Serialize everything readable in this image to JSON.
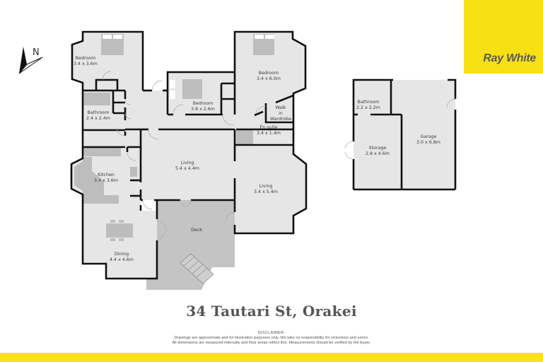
{
  "brand": {
    "name": "Ray White",
    "color": "#f7e016",
    "text_color": "#5a5a5a"
  },
  "compass": {
    "label": "N",
    "icon": "north-arrow-icon"
  },
  "title": "34 Tautari St, Orakei",
  "disclaimer": {
    "heading": "DISCLAIMER:",
    "line1": "Drawings are approximate and for illustration purposes only. We take no responsibility for omissions and errors.",
    "line2": "All dimensions are measured internally and floor areas reflect this. Measurements should be verified by the buyer."
  },
  "colors": {
    "room_fill": "#e6e6e6",
    "deck_fill": "#c4c4c4",
    "fixture_fill": "#bdbdbd",
    "wall": "#111111",
    "footer_band": "#fde022"
  },
  "rooms": {
    "bedroom1": {
      "name": "Bedroom",
      "dims": "3.4 x 3.6m"
    },
    "bathroom1": {
      "name": "Bathroom",
      "dims": "2.4 x 2.4m"
    },
    "bedroom2": {
      "name": "Bedroom",
      "dims": "3.8 x 2.6m"
    },
    "bedroom3": {
      "name": "Bedroom",
      "dims": "3.4 x 6.0m"
    },
    "wardrobe": {
      "line1": "Walk",
      "line2": "in",
      "line3": "Wardrobe"
    },
    "ensuite": {
      "name": "En suite",
      "dims": "3.4 x 1.4m"
    },
    "kitchen": {
      "name": "Kitchen",
      "dims": "3.4 x 3.6m"
    },
    "living1": {
      "name": "Living",
      "dims": "5.4 x 4.4m"
    },
    "living2": {
      "name": "Living",
      "dims": "3.4 x 5.4m"
    },
    "dining": {
      "name": "Dining",
      "dims": "4.4 x 4.6m"
    },
    "deck": {
      "name": "Deck"
    },
    "bathroom2": {
      "name": "Bathroom",
      "dims": "2.2 x 2.2m"
    },
    "storage": {
      "name": "Storage",
      "dims": "2.8 x 4.6m"
    },
    "garage": {
      "name": "Garage",
      "dims": "3.0 x 6.8m"
    }
  }
}
